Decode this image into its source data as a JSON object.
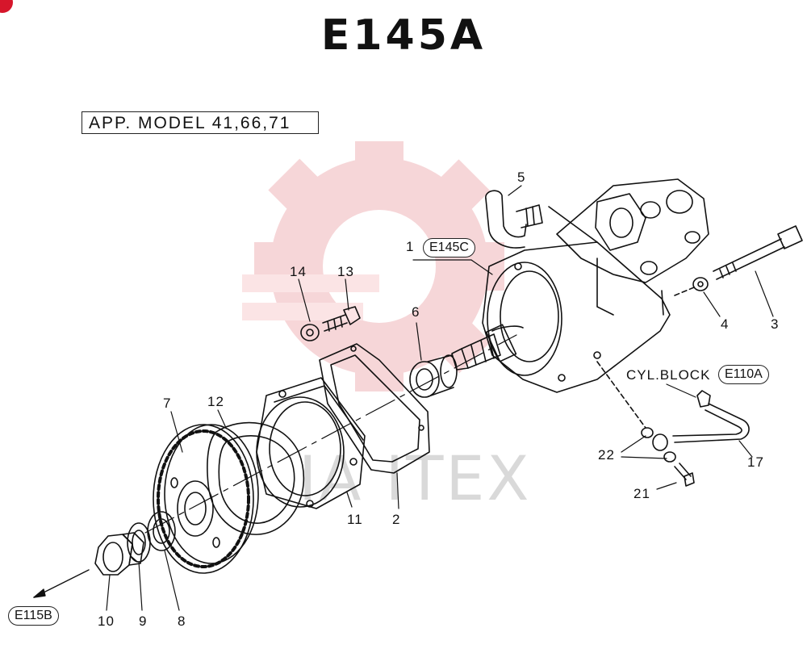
{
  "title": "E145A",
  "app_model": "APP. MODEL 41,66,71",
  "watermark": "IA ITEX",
  "callouts": {
    "p1": "1",
    "p2": "2",
    "p3": "3",
    "p4": "4",
    "p5": "5",
    "p6": "6",
    "p7": "7",
    "p8": "8",
    "p9": "9",
    "p10": "10",
    "p11": "11",
    "p12": "12",
    "p13": "13",
    "p14": "14",
    "p17": "17",
    "p21": "21",
    "p22": "22"
  },
  "refs": {
    "pump_ref": "E145C",
    "cyl_block_label": "CYL.BLOCK",
    "cyl_block_ref": "E110A",
    "arrow_ref": "E115B"
  },
  "colors": {
    "line": "#111111",
    "watermark_red": "#f4c3c6",
    "watermark_grey": "#d9d9d9",
    "marker": "#d6162b"
  }
}
